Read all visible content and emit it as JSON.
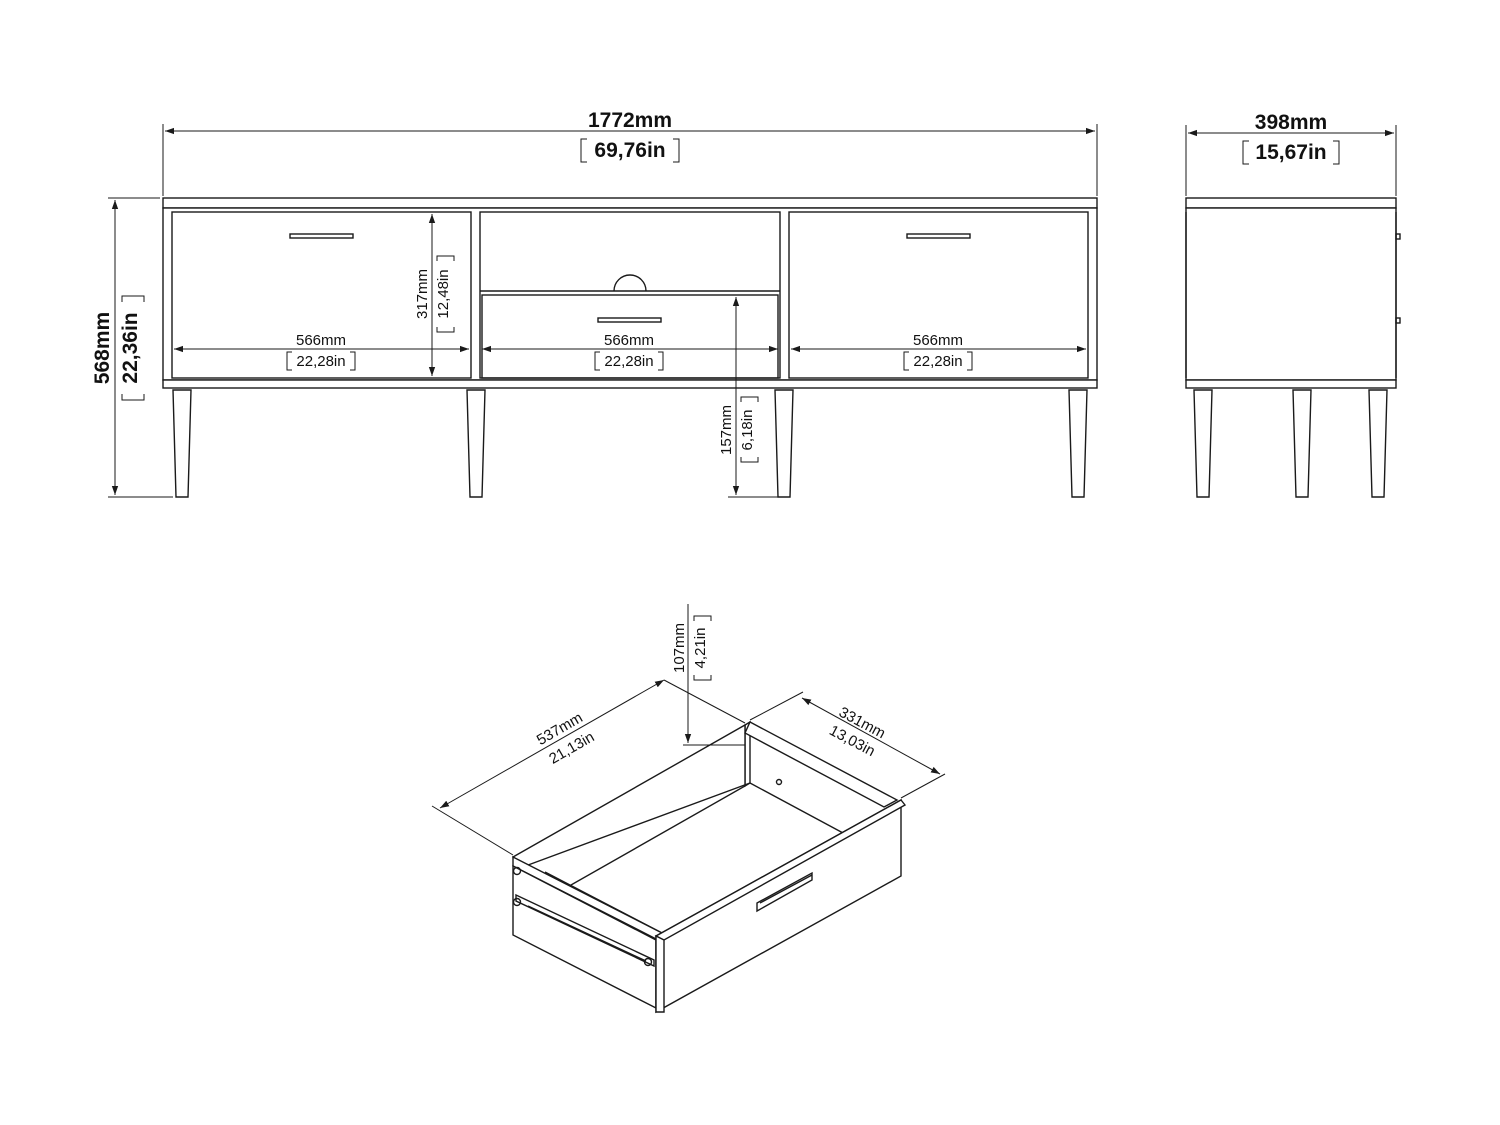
{
  "front_view": {
    "width_mm": "1772mm",
    "width_in": "69,76in",
    "height_mm": "568mm",
    "height_in": "22,36in",
    "door_left_width_mm": "566mm",
    "door_left_width_in": "22,28in",
    "drawer_width_mm": "566mm",
    "drawer_width_in": "22,28in",
    "door_right_width_mm": "566mm",
    "door_right_width_in": "22,28in",
    "door_height_mm": "317mm",
    "door_height_in": "12,48in",
    "leg_height_mm": "157mm",
    "leg_height_in": "6,18in"
  },
  "side_view": {
    "depth_mm": "398mm",
    "depth_in": "15,67in"
  },
  "drawer_view": {
    "height_mm": "107mm",
    "height_in": "4,21in",
    "length_mm": "537mm",
    "length_in": "21,13in",
    "width_mm": "331mm",
    "width_in": "13,03in"
  }
}
